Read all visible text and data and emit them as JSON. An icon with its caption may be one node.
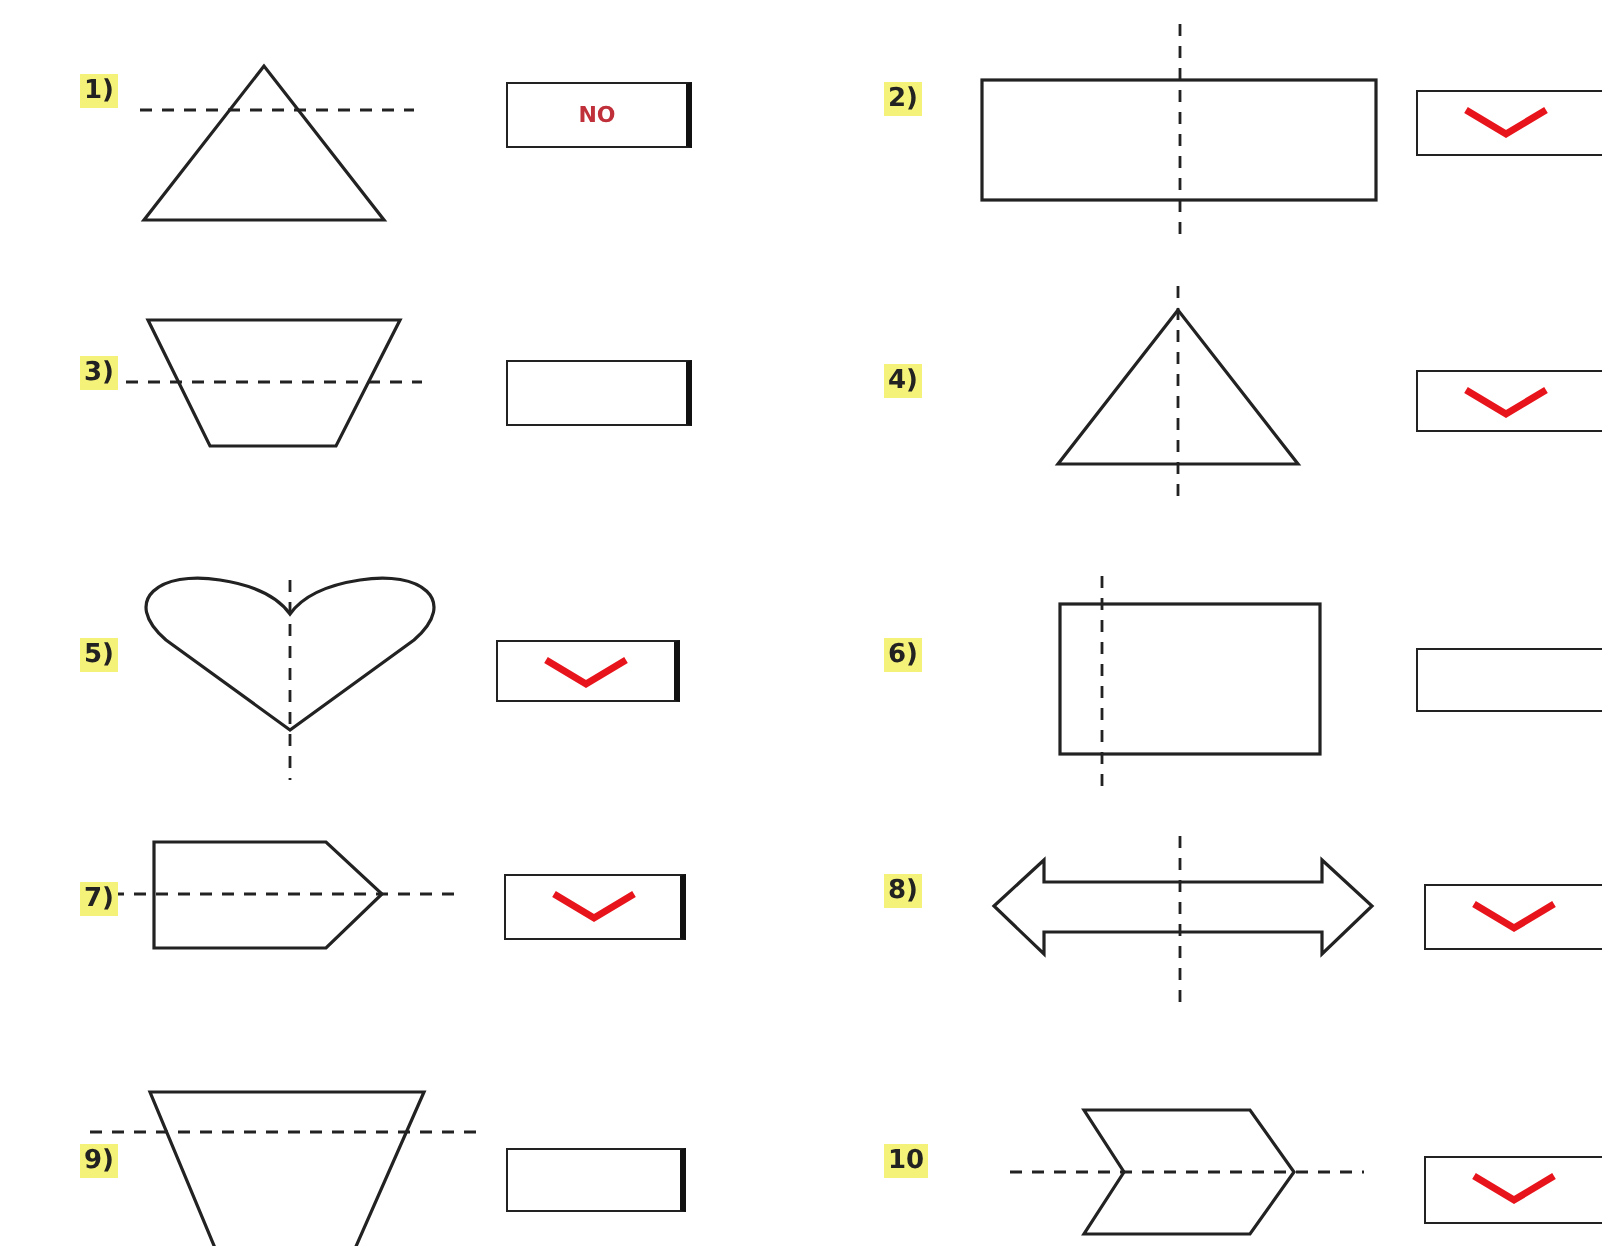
{
  "diagram": {
    "nodes": [
      {
        "text": [
          "NO"
        ]
      },
      {
        "text": [],
        "shape": "box"
      },
      {
        "text": [],
        "shape": "box"
      },
      {
        "text": [],
        "shape": "box"
      },
      {
        "text": [],
        "shape": "box"
      },
      {
        "text": [],
        "shape": "box"
      },
      {
        "text": [],
        "shape": "box"
      },
      {
        "text": [],
        "shape": "box"
      },
      {
        "text": [],
        "shape": "box"
      },
      {
        "text": [],
        "shape": "box"
      }
    ],
    "labels": [
      "1)",
      "2)",
      "3)",
      "4)",
      "5)",
      "6)",
      "7)",
      "8)",
      "9)",
      "10"
    ]
  }
}
